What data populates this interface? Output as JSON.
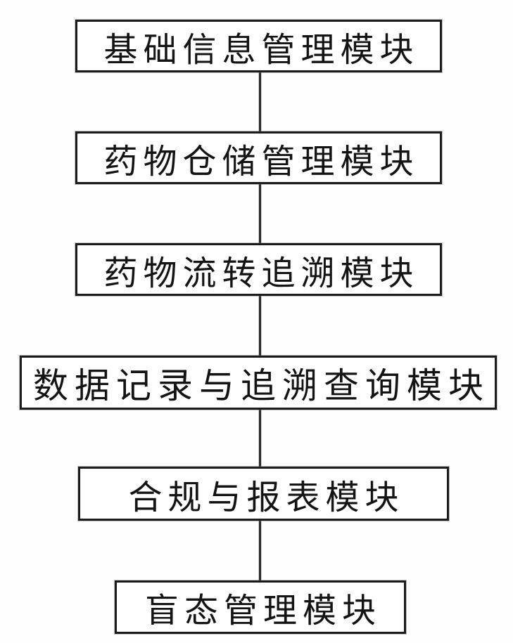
{
  "diagram": {
    "type": "vertical-flowchart",
    "box_fill_color": "#ffffff",
    "box_border_color": "#1c1c1c",
    "connector_color": "#2a2a2a",
    "text_color": "#141414",
    "boxes": [
      {
        "id": "basic-info-management",
        "label": "基础信息管理模块"
      },
      {
        "id": "drug-warehouse-management",
        "label": "药物仓储管理模块"
      },
      {
        "id": "drug-circulation-traceability",
        "label": "药物流转追溯模块"
      },
      {
        "id": "data-record-trace-query",
        "label": "数据记录与追溯查询模块"
      },
      {
        "id": "compliance-and-report",
        "label": "合规与报表模块"
      },
      {
        "id": "blind-state-management",
        "label": "盲态管理模块"
      }
    ],
    "connections": [
      {
        "from": "basic-info-management",
        "to": "drug-warehouse-management"
      },
      {
        "from": "drug-warehouse-management",
        "to": "drug-circulation-traceability"
      },
      {
        "from": "drug-circulation-traceability",
        "to": "data-record-trace-query"
      },
      {
        "from": "data-record-trace-query",
        "to": "compliance-and-report"
      },
      {
        "from": "compliance-and-report",
        "to": "blind-state-management"
      }
    ]
  }
}
